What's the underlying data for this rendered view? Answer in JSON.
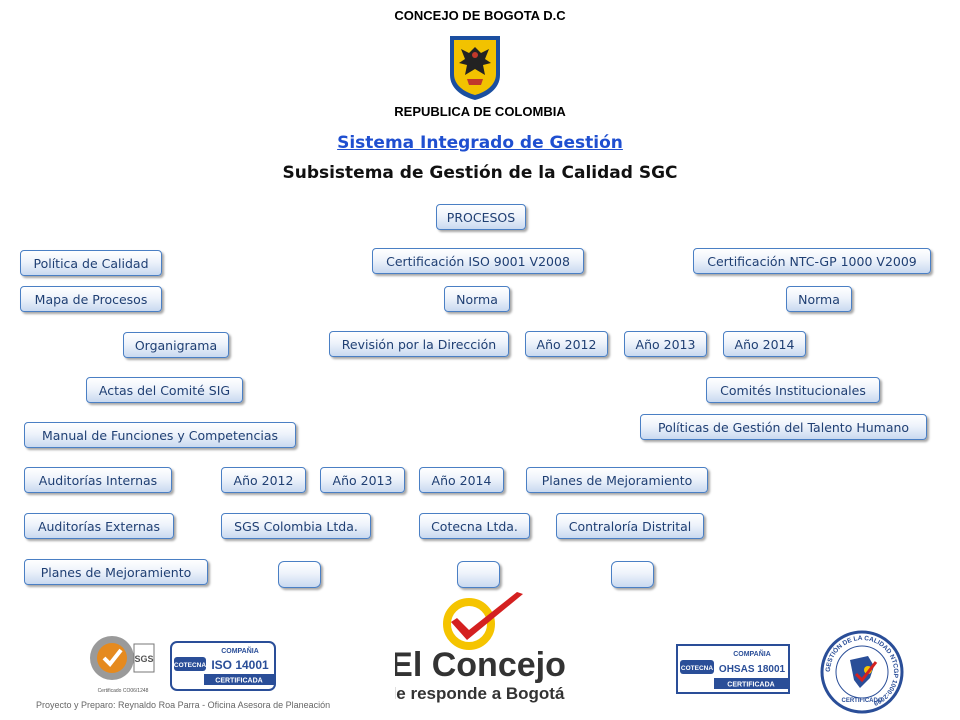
{
  "header": {
    "org": "CONCEJO DE BOGOTA D.C",
    "country": "REPUBLICA DE COLOMBIA",
    "title": "Sistema Integrado de Gestión",
    "subtitle": "Subsistema de Gestión de la Calidad SGC"
  },
  "buttons": {
    "procesos": "PROCESOS",
    "politica_calidad": "Política de Calidad",
    "mapa_procesos": "Mapa de Procesos",
    "organigrama": "Organigrama",
    "actas": "Actas del Comité SIG",
    "manual": "Manual de Funciones y Competencias",
    "cert_iso": "Certificación ISO 9001 V2008",
    "norma_iso": "Norma",
    "cert_ntc": "Certificación NTC-GP 1000 V2009",
    "norma_ntc": "Norma",
    "revision": "Revisión por la Dirección",
    "rev_2012": "Año 2012",
    "rev_2013": "Año 2013",
    "rev_2014": "Año 2014",
    "comites": "Comités Institucionales",
    "politicas_talento": "Políticas de Gestión del Talento Humano",
    "aud_internas": "Auditorías Internas",
    "aud_2012": "Año 2012",
    "aud_2013": "Año 2013",
    "aud_2014": "Año 2014",
    "planes_mej_1": "Planes de Mejoramiento",
    "aud_externas": "Auditorías Externas",
    "sgs": "SGS Colombia Ltda.",
    "cotecna": "Cotecna Ltda.",
    "contraloria": "Contraloría Distrital",
    "planes_mej_2": "Planes de Mejoramiento"
  },
  "logos": {
    "sgs_text": "SGS",
    "sgs_caption": "Certificado CO06/1248",
    "cotecna_company": "COMPAÑIA",
    "cotecna_name": "COTECNA",
    "cotecna_iso": "ISO 14001",
    "cotecna_cert": "CERTIFICADA",
    "concejo_main": "El Concejo",
    "concejo_sub": "le responde a Bogotá",
    "ohsas_company": "COMPAÑIA",
    "ohsas_name": "COTECNA",
    "ohsas_iso": "OHSAS 18001",
    "ohsas_cert": "CERTIFICADA",
    "ntcgp_ring": "GESTIÓN DE LA CALIDAD NTCGP 1000:2009",
    "ntcgp_cert": "CERTIFICADO"
  },
  "footer": "Proyecto y Preparo: Reynaldo Roa Parra - Oficina Asesora de Planeación",
  "colors": {
    "link": "#1f4fd0",
    "button_border": "#4a7fc4",
    "button_text": "#1f3f73",
    "shield_yellow": "#f2c200",
    "shield_blue": "#1b4fa0",
    "concejo_red": "#d42020",
    "concejo_yellow": "#f5c400"
  }
}
